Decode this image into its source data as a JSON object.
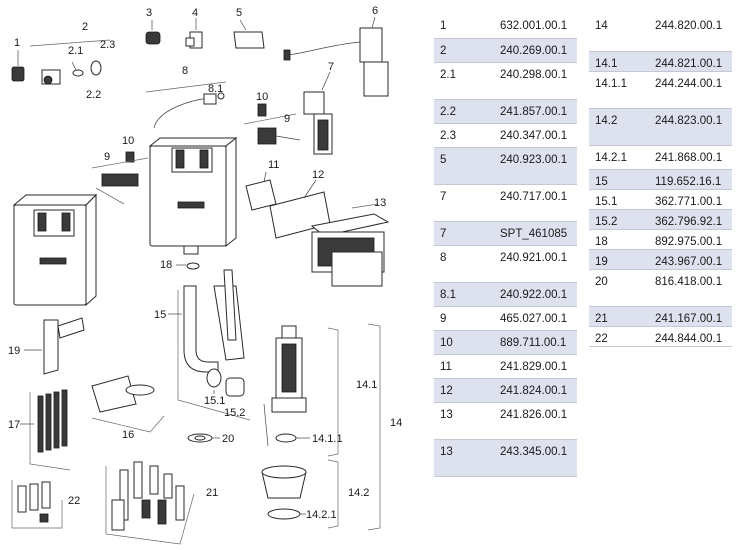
{
  "callouts": [
    "1",
    "2",
    "2.1",
    "2.3",
    "2.2",
    "3",
    "4",
    "5",
    "6",
    "7",
    "8",
    "8.1",
    "10",
    "9",
    "10",
    "9",
    "11",
    "12",
    "13",
    "18",
    "15",
    "19",
    "15.1",
    "15.2",
    "16",
    "17",
    "20",
    "14.1",
    "14",
    "14.1.1",
    "14.2",
    "14.2.1",
    "21",
    "22"
  ],
  "parts_left": [
    {
      "pos": "1",
      "num": "632.001.00.1",
      "shade": false,
      "h": 24
    },
    {
      "pos": "2",
      "num": "240.269.00.1",
      "shade": true,
      "h": 24
    },
    {
      "pos": "2.1",
      "num": "240.298.00.1",
      "shade": false,
      "h": 37
    },
    {
      "pos": "2.2",
      "num": "241.857.00.1",
      "shade": true,
      "h": 24
    },
    {
      "pos": "2.3",
      "num": "240.347.00.1",
      "shade": false,
      "h": 24
    },
    {
      "pos": "5",
      "num": "240.923.00.1",
      "shade": true,
      "h": 37
    },
    {
      "pos": "7",
      "num": "240.717.00.1",
      "shade": false,
      "h": 37
    },
    {
      "pos": "7",
      "num": "SPT_461085",
      "shade": true,
      "h": 24
    },
    {
      "pos": "8",
      "num": "240.921.00.1",
      "shade": false,
      "h": 37
    },
    {
      "pos": "8.1",
      "num": "240.922.00.1",
      "shade": true,
      "h": 24
    },
    {
      "pos": "9",
      "num": "465.027.00.1",
      "shade": false,
      "h": 24
    },
    {
      "pos": "10",
      "num": "889.711.00.1",
      "shade": true,
      "h": 24
    },
    {
      "pos": "11",
      "num": "241.829.00.1",
      "shade": false,
      "h": 24
    },
    {
      "pos": "12",
      "num": "241.824.00.1",
      "shade": true,
      "h": 24
    },
    {
      "pos": "13",
      "num": "241.826.00.1",
      "shade": false,
      "h": 37
    },
    {
      "pos": "13",
      "num": "243.345.00.1",
      "shade": true,
      "h": 37
    }
  ],
  "parts_right": [
    {
      "pos": "14",
      "num": "244.820.00.1",
      "shade": false,
      "h": 37
    },
    {
      "pos": "14.1",
      "num": "244.821.00.1",
      "shade": true,
      "h": 20
    },
    {
      "pos": "14.1.1",
      "num": "244.244.00.1",
      "shade": false,
      "h": 37
    },
    {
      "pos": "14.2",
      "num": "244.823.00.1",
      "shade": true,
      "h": 37
    },
    {
      "pos": "14.2.1",
      "num": "241.868.00.1",
      "shade": false,
      "h": 24
    },
    {
      "pos": "15",
      "num": "119.652.16.1",
      "shade": true,
      "h": 20
    },
    {
      "pos": "15.1",
      "num": "362.771.00.1",
      "shade": false,
      "h": 20
    },
    {
      "pos": "15.2",
      "num": "362.796.92.1",
      "shade": true,
      "h": 20
    },
    {
      "pos": "18",
      "num": "892.975.00.1",
      "shade": false,
      "h": 20
    },
    {
      "pos": "19",
      "num": "243.967.00.1",
      "shade": true,
      "h": 20
    },
    {
      "pos": "20",
      "num": "816.418.00.1",
      "shade": false,
      "h": 37
    },
    {
      "pos": "21",
      "num": "241.167.00.1",
      "shade": true,
      "h": 20
    },
    {
      "pos": "22",
      "num": "244.844.00.1",
      "shade": false,
      "h": 20
    }
  ]
}
